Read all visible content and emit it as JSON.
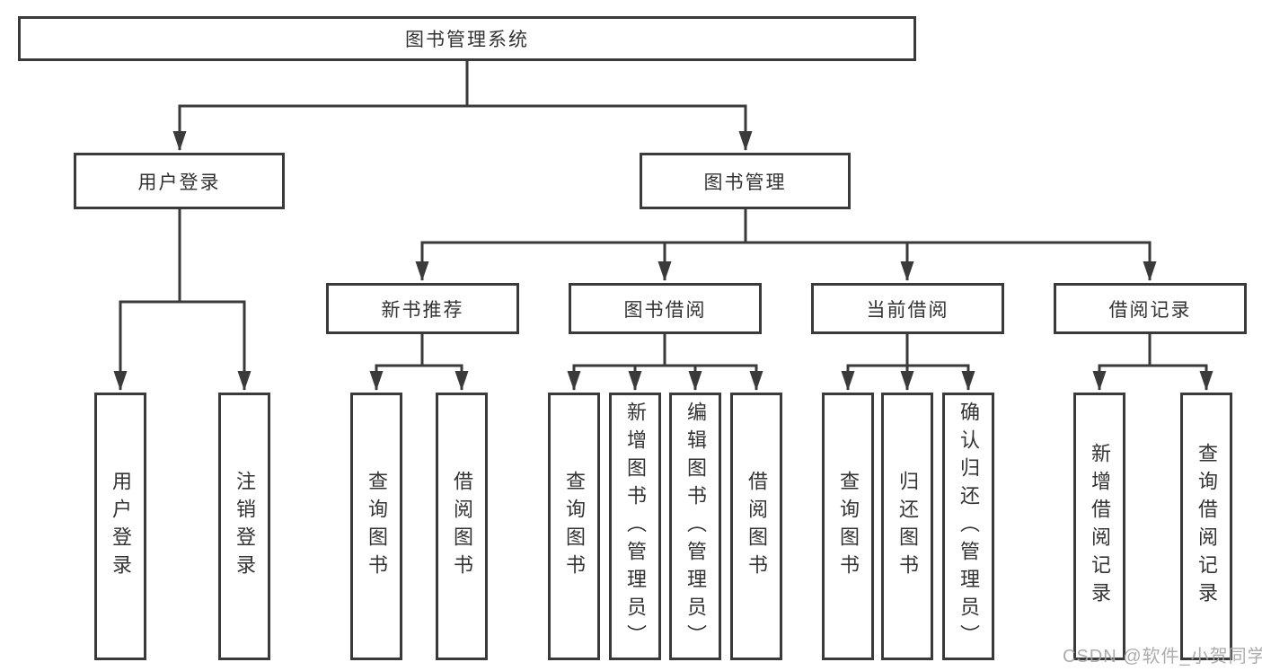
{
  "diagram": {
    "title": "图书管理系统",
    "watermark": "CSDN @软件_小贺同学",
    "colors": {
      "background": "#ffffff",
      "line": "#3a3a3a",
      "box_border": "#3a3a3a",
      "text": "#333333",
      "watermark": "#a5a5a5"
    },
    "nodes": {
      "root": {
        "label": "图书管理系统"
      },
      "login": {
        "label": "用户登录"
      },
      "mgmt": {
        "label": "图书管理"
      },
      "rec": {
        "label": "新书推荐"
      },
      "borrow": {
        "label": "图书借阅"
      },
      "current": {
        "label": "当前借阅"
      },
      "record": {
        "label": "借阅记录"
      },
      "login_user": {
        "label": "用户登录"
      },
      "login_logout": {
        "label": "注销登录"
      },
      "rec_query": {
        "label": "查询图书"
      },
      "rec_borrow": {
        "label": "借阅图书"
      },
      "borrow_query": {
        "label": "查询图书"
      },
      "borrow_add": {
        "label": "新增图书（管理员）"
      },
      "borrow_edit": {
        "label": "编辑图书（管理员）"
      },
      "borrow_borrow": {
        "label": "借阅图书"
      },
      "current_query": {
        "label": "查询图书"
      },
      "current_return": {
        "label": "归还图书"
      },
      "current_confirm": {
        "label": "确认归还（管理员）"
      },
      "record_add": {
        "label": "新增借阅记录"
      },
      "record_query": {
        "label": "查询借阅记录"
      }
    },
    "edges": [
      "root->login",
      "root->mgmt",
      "login->login_user",
      "login->login_logout",
      "mgmt->rec",
      "mgmt->borrow",
      "mgmt->current",
      "mgmt->record",
      "rec->rec_query",
      "rec->rec_borrow",
      "borrow->borrow_query",
      "borrow->borrow_add",
      "borrow->borrow_edit",
      "borrow->borrow_borrow",
      "current->current_query",
      "current->current_return",
      "current->current_confirm",
      "record->record_add",
      "record->record_query"
    ]
  }
}
